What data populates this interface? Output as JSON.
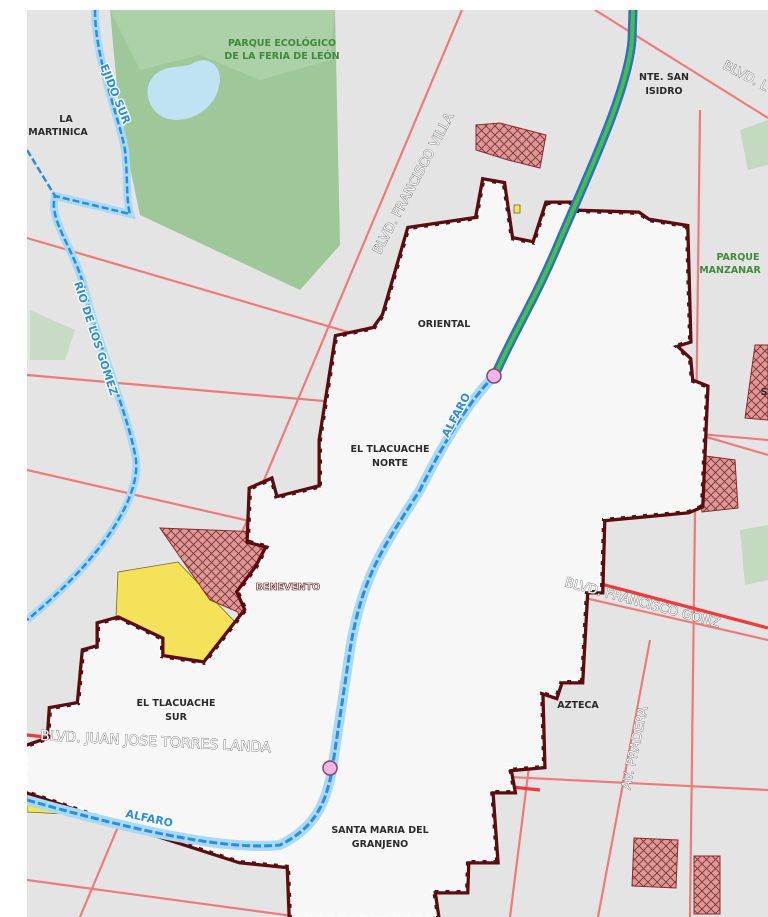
{
  "colors": {
    "background": "#e4e4e4",
    "park": "#9ec79a",
    "park_light": "#b6d6b0",
    "water": "#bfe3f2",
    "road_thin": "#ef7a7a",
    "road_main": "#f03a3a",
    "boundary_dark": "#5a0c10",
    "boundary_light": "#ffffff",
    "polygon_inside": "#f7f7f7",
    "yellow_zone": "#f4e25a",
    "hatched_zone": "#d99a9a",
    "hatch_line": "#8c2b2b",
    "green_route": "#46c23a",
    "blue_route": "#2a8de0",
    "blue_route_glow": "#a8d9f5",
    "station_dot": "#f2b4e6",
    "road_label": "#ffffff",
    "road_label_outline": "#555555"
  },
  "places": {
    "parque_ecologico": [
      "PARQUE ECOLÓGICO",
      "DE LA FERIA DE LEÓN"
    ],
    "la_martinica": [
      "LA",
      "MARTINICA"
    ],
    "nte_san_isidro": [
      "NTE. SAN",
      "ISIDRO"
    ],
    "parque_manzanares": [
      "PARQUE",
      "MANZANAR"
    ],
    "oriental": "ORIENTAL",
    "el_tlacuache_norte": [
      "EL TLACUACHE",
      "NORTE"
    ],
    "benevento": "BENEVENTO",
    "el_tlacuache_sur": [
      "EL TLACUACHE",
      "SUR"
    ],
    "azteca": "AZTECA",
    "santa_maria": [
      "SANTA MARIA DEL",
      "GRANJENO"
    ],
    "edge_s": "S"
  },
  "roads": {
    "ejido_sur": "EJIDO SUR",
    "rio_de_los_gomez": "RIO DE LOS GOMEZ",
    "blvd_francisco_villa": "BLVD. FRANCISCO VILLA",
    "blvd_top_right": "BLVD. L",
    "blvd_francisco_gonz": "BLVD. FRANCISCO GONZ",
    "blvd_juan_jose": "BLVD. JUAN JOSE TORRES LANDA",
    "av_pradera": "AV. PRADERA",
    "alfaro_north": "ALFARO",
    "alfaro_south": "ALFARO"
  }
}
